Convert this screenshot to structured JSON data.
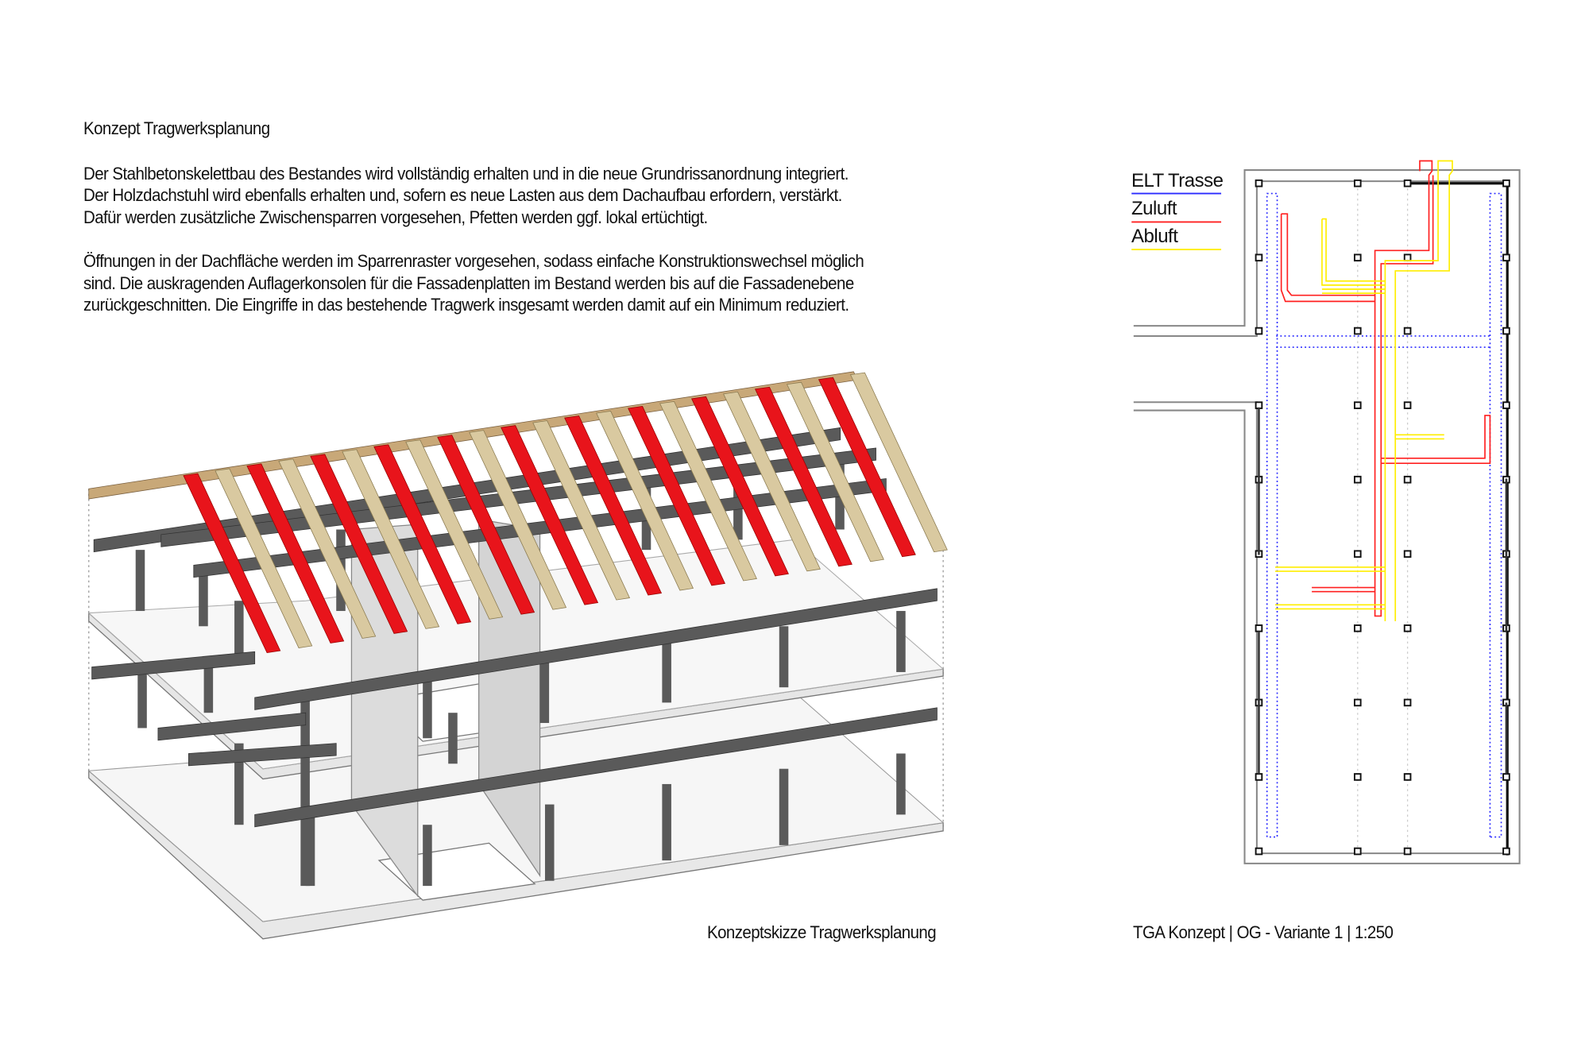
{
  "heading": "Konzept Tragwerksplanung",
  "paragraph1": [
    "Der Stahlbetonskelettbau des Bestandes wird vollständig erhalten und in die neue Grundrissanordnung integriert.",
    "Der Holzdachstuhl wird ebenfalls erhalten und, sofern es neue Lasten aus dem Dachaufbau erfordern, verstärkt.",
    "Dafür werden zusätzliche Zwischensparren vorgesehen, Pfetten werden ggf. lokal ertüchtigt."
  ],
  "paragraph2": [
    "Öffnungen in der Dachfläche werden im Sparrenraster vorgesehen, sodass einfache Konstruktionswechsel möglich",
    "sind. Die auskragenden Auflagerkonsolen für die Fassadenplatten im Bestand werden bis auf die Fassadenebene",
    "zurückgeschnitten. Die Eingriffe in das bestehende Tragwerk insgesamt werden damit auf ein Minimum reduziert."
  ],
  "caption_left": "Konzeptskizze Tragwerksplanung",
  "caption_right": "TGA Konzept | OG - Variante 1 | 1:250",
  "legend": [
    {
      "label": "ELT Trasse",
      "color": "#2b2bff"
    },
    {
      "label": "Zuluft",
      "color": "#ff2020"
    },
    {
      "label": "Abluft",
      "color": "#ffee00"
    }
  ],
  "colors": {
    "rafter_new": "#e8141b",
    "rafter_old": "#d9c9a0",
    "beam": "#5a5a5a",
    "slab": "#f2f2f2"
  }
}
